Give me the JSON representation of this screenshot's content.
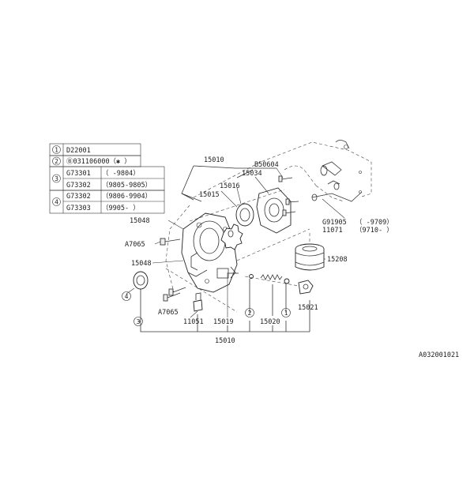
{
  "table": {
    "rows": [
      {
        "num": "1",
        "text": "D22001"
      },
      {
        "num": "2",
        "text": "Ⓑ031106000（✱ ）"
      },
      {
        "num": "3",
        "text": "G73301",
        "range": "（      -9804）"
      },
      {
        "num": "3",
        "text": "G73302",
        "range": "（9805-9805）"
      },
      {
        "num": "4",
        "text": "G73302",
        "range": "（9806-9904）"
      },
      {
        "num": "4",
        "text": "G73303",
        "range": "（9905-      ）"
      }
    ]
  },
  "labels": {
    "p15010_top": "15010",
    "p15034": "15034",
    "pB50604": "B50604",
    "p15016": "15016",
    "p15015": "15015",
    "p15048_a": "15048",
    "pA7065_a": "A7065",
    "p15048_b": "15048",
    "pA7065_b": "A7065",
    "p11051": "11051",
    "p15019": "15019",
    "p15020": "15020",
    "p15021": "15021",
    "p15208": "15208",
    "pG91905": "G91905",
    "pG91905_range": "（      -9709）",
    "p11071": "11071",
    "p11071_range": "（9710-      ）",
    "p15010_bottom": "15010",
    "diagram_id": "A032001021"
  },
  "callouts": {
    "c4_left": "4",
    "c3_bottom": "3",
    "c2_bottom": "2",
    "c1_bottom": "1"
  }
}
